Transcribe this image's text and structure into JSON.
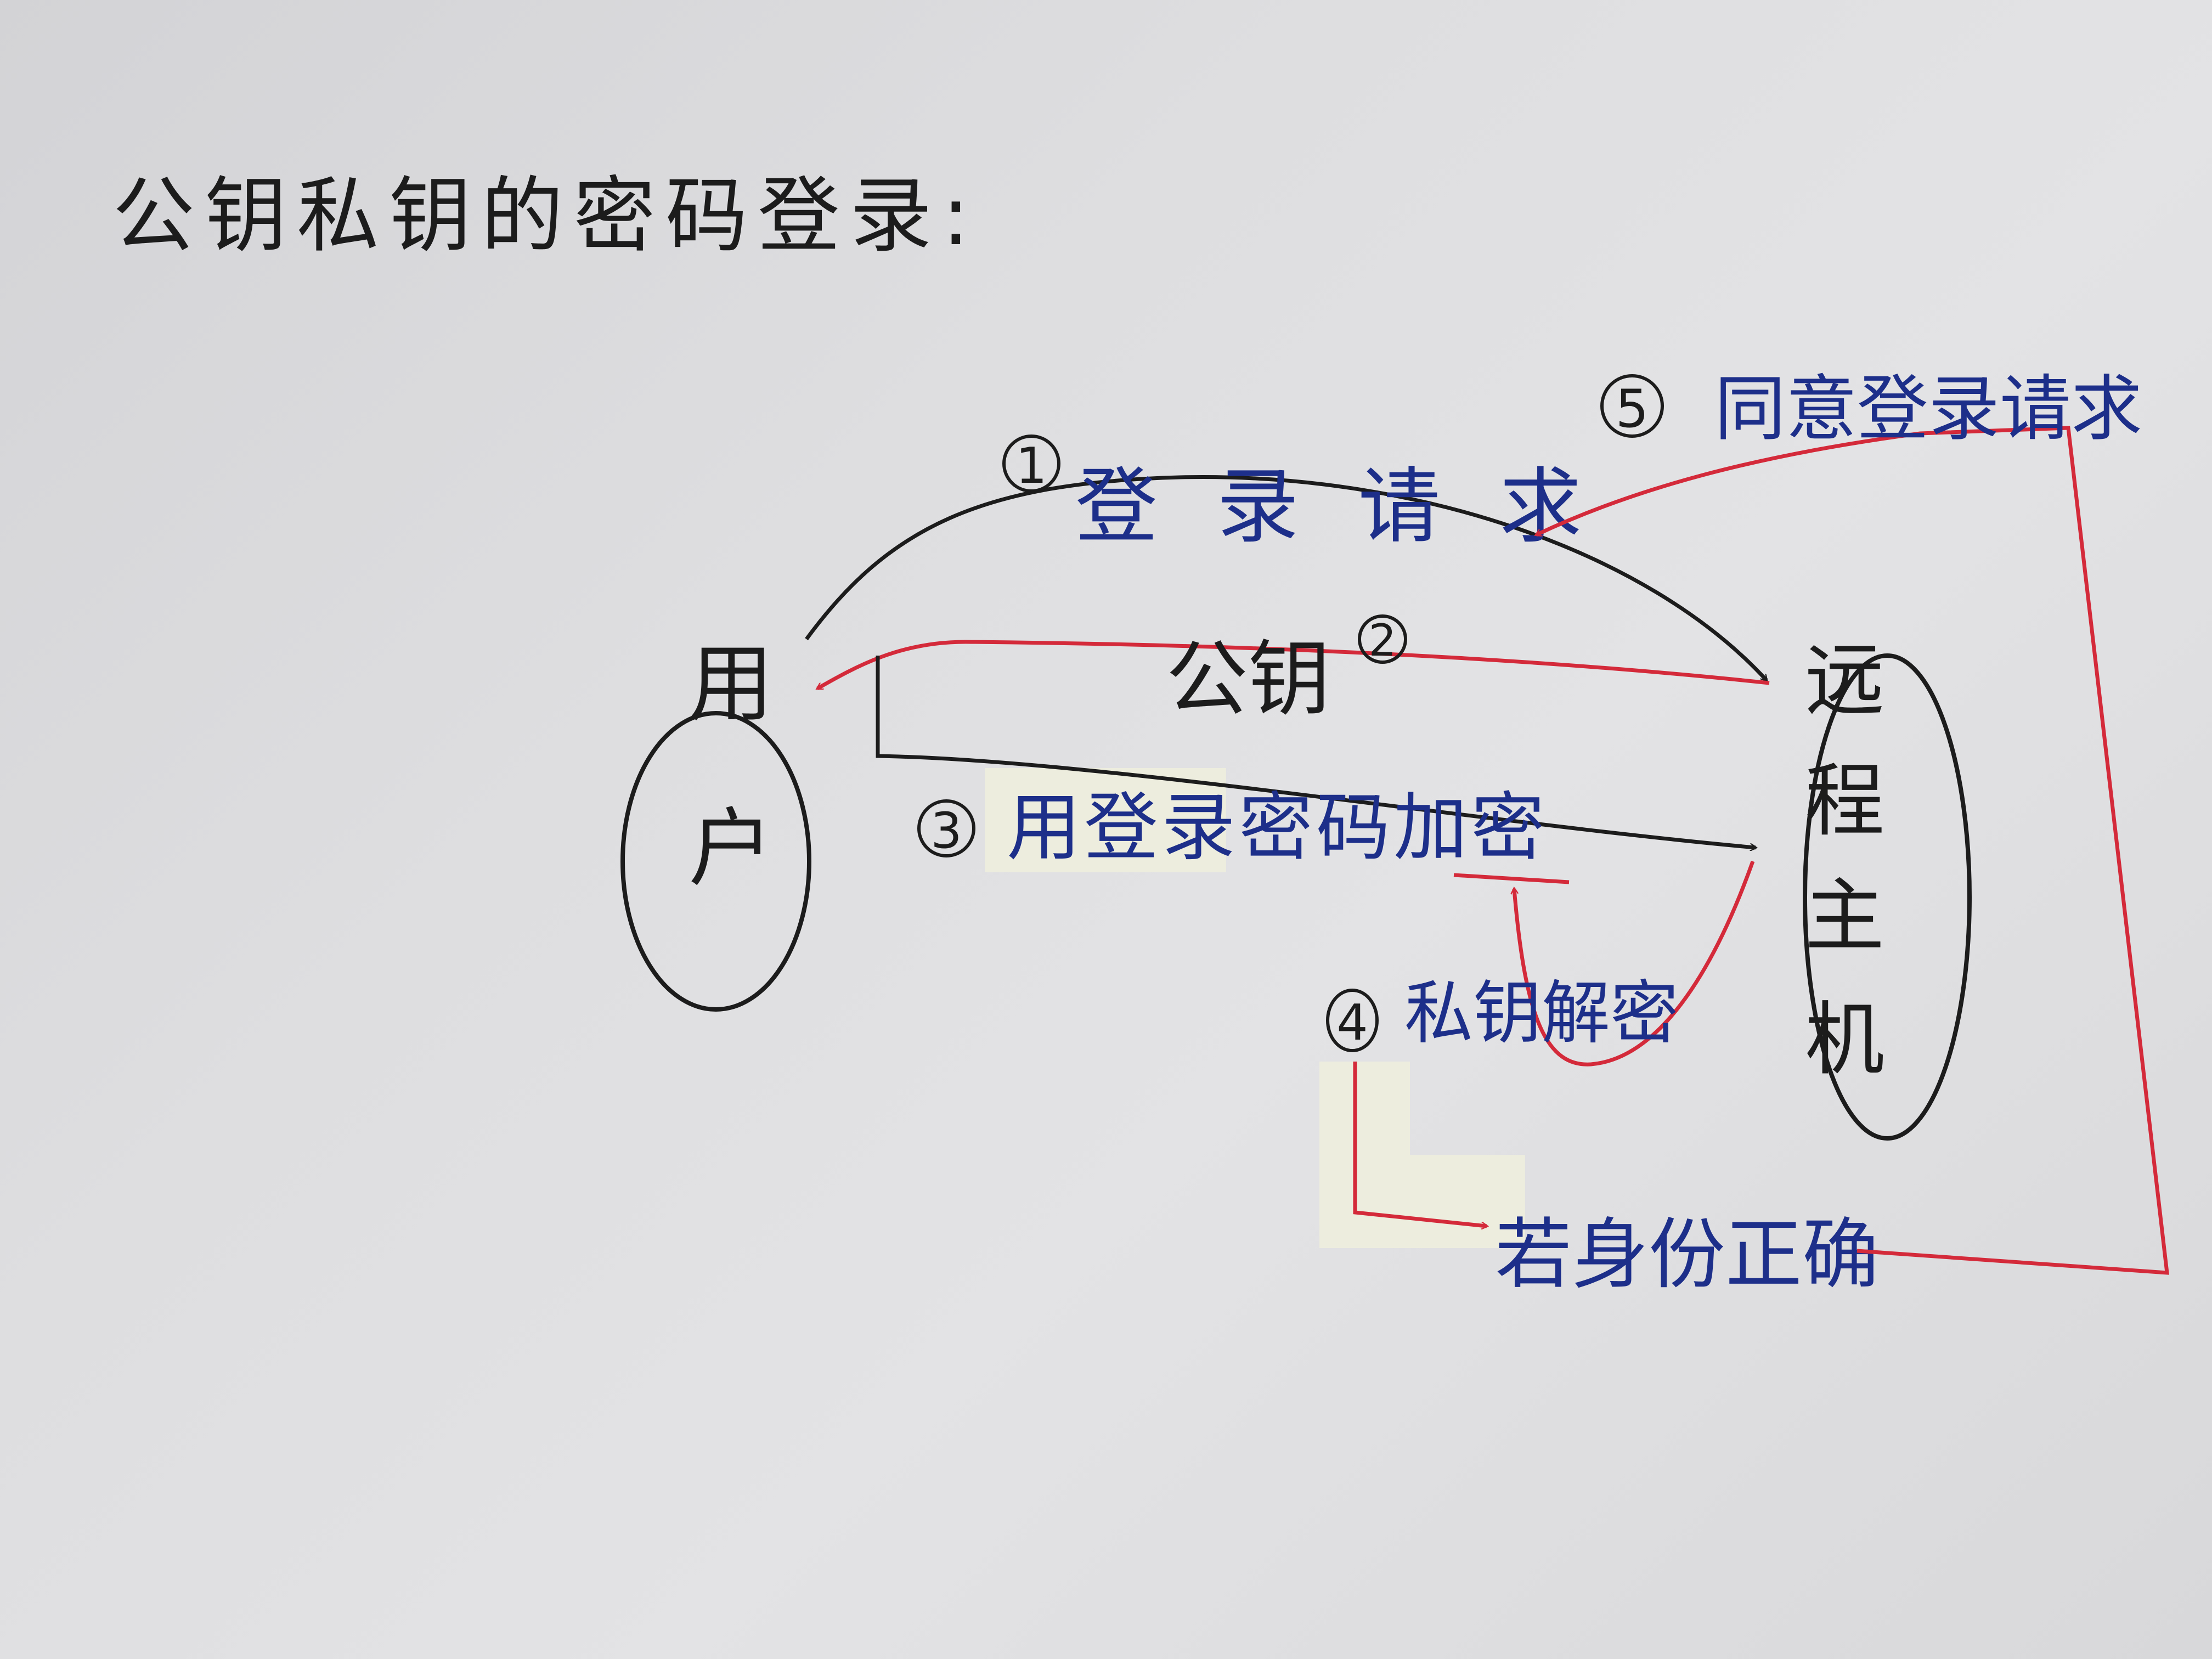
{
  "title": "公钥私钥的密码登录:",
  "nodes": {
    "user": {
      "label_line1": "用",
      "label_line2": "户"
    },
    "host": {
      "label_line1": "远",
      "label_line2": "程",
      "label_line3": "主",
      "label_line4": "机"
    }
  },
  "steps": [
    {
      "number": "1",
      "label": "登 录 请 求"
    },
    {
      "number": "2",
      "label": "公钥"
    },
    {
      "number": "3",
      "label": "用登录密码加密"
    },
    {
      "number": "4",
      "label": "私钥解密"
    },
    {
      "number": "5",
      "label": "同意登录请求"
    }
  ],
  "condition": "若身份正确",
  "colors": {
    "black_ink": "#1c1c1c",
    "blue_ink": "#1d2f8a",
    "red_ink": "#d42a3a"
  }
}
